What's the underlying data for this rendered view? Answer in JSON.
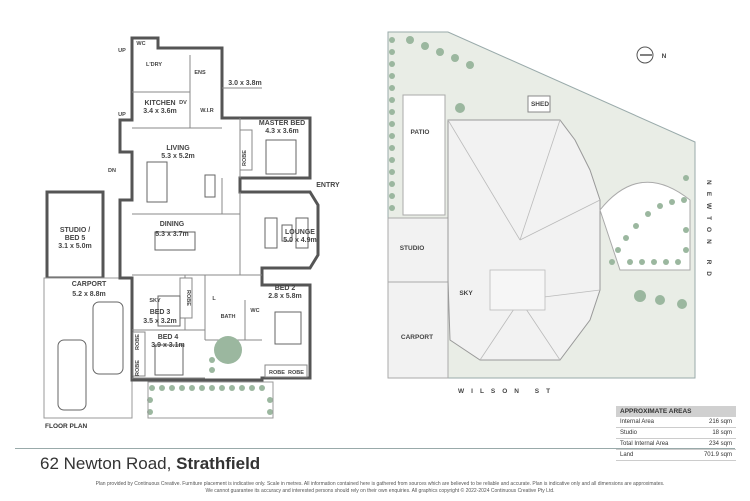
{
  "plan_label": "FLOOR PLAN",
  "address": {
    "street": "62 Newton Road,",
    "suburb": "Strathfield"
  },
  "rooms": {
    "wc_top": "WC",
    "up1": "UP",
    "up2": "UP",
    "laundry": "L'DRY",
    "ens": "ENS",
    "bed_top_dim": "3.0 x 3.8m",
    "wir": "W.I.R",
    "kitchen": "KITCHEN",
    "kitchen_dim": "3.4 x 3.6m",
    "dv": "DV",
    "master": "MASTER BED",
    "master_dim": "4.3 x 3.6m",
    "living": "LIVING",
    "living_dim": "5.3 x 5.2m",
    "robe1": "ROBE",
    "dn": "DN",
    "entry": "ENTRY",
    "studio": "STUDIO /",
    "studio2": "BED 5",
    "studio_dim": "3.1 x 5.0m",
    "dining": "DINING",
    "dining_dim": "5.3 x 3.7m",
    "lounge": "LOUNGE",
    "lounge_dim": "5.0 x 4.9m",
    "carport": "CARPORT",
    "carport_dim": "5.2 x 8.8m",
    "sky": "SKY",
    "robe2": "ROBE",
    "bed2": "BED 2",
    "bed2_dim": "2.8 x 5.8m",
    "l": "L",
    "bed3": "BED 3",
    "bed3_dim": "3.5 x 3.2m",
    "bath": "BATH",
    "wc2": "WC",
    "robe3": "ROBE",
    "robe4": "ROBE",
    "bed4": "BED 4",
    "bed4_dim": "3.9 x 3.1m",
    "robe5": "ROBE",
    "robe6": "ROBE"
  },
  "site": {
    "shed": "SHED",
    "patio": "PATIO",
    "studio": "STUDIO",
    "carport": "CARPORT",
    "sky": "SKY",
    "street_bottom": "WILSON ST",
    "street_right": "NEWTON RD",
    "north": "N"
  },
  "areas": {
    "title": "APPROXIMATE AREAS",
    "rows": [
      {
        "label": "Internal Area",
        "value": "216 sqm"
      },
      {
        "label": "Studio",
        "value": "18 sqm"
      },
      {
        "label": "Total Internal Area",
        "value": "234 sqm"
      },
      {
        "label": "Land",
        "value": "701.9 sqm"
      }
    ]
  },
  "disclaimer": {
    "line1": "Plan provided by Continuous Creative. Furniture placement is indicative only. Scale in metres. All information contained here is gathered from sources which are believed to be reliable and accurate. Plan is indicative only and all dimensions are approximates.",
    "line2": "We cannot guarantee its accuracy and interested persons should rely on their own enquiries. All graphics copyright © 2022-2024 Continuous Creative Pty Ltd."
  },
  "colors": {
    "wall": "#555555",
    "green": "#9bb79f",
    "grass": "#e9ede6",
    "roof": "#f2f2f2"
  }
}
